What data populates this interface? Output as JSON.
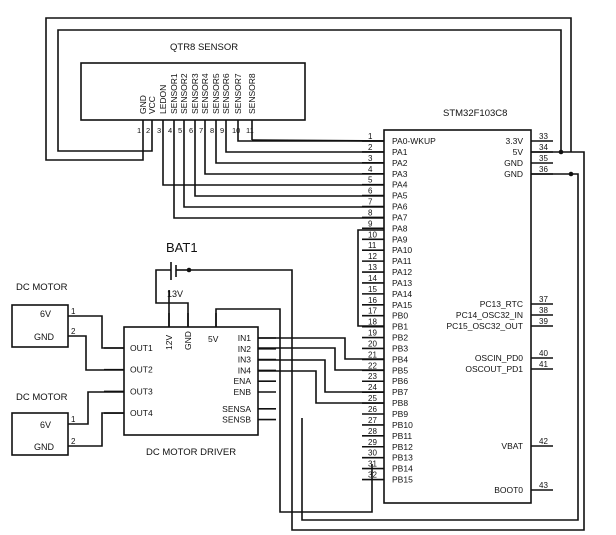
{
  "qtr8": {
    "title": "QTR8 SENSOR",
    "pins": [
      {
        "name": "GND",
        "num": "1"
      },
      {
        "name": "VCC",
        "num": "2"
      },
      {
        "name": "LEDON",
        "num": "3"
      },
      {
        "name": "SENSOR1",
        "num": "4"
      },
      {
        "name": "SENSOR2",
        "num": "5"
      },
      {
        "name": "SENSOR3",
        "num": "6"
      },
      {
        "name": "SENSOR4",
        "num": "7"
      },
      {
        "name": "SENSOR5",
        "num": "8"
      },
      {
        "name": "SENSOR6",
        "num": "9"
      },
      {
        "name": "SENSOR7",
        "num": "10"
      },
      {
        "name": "SENSOR8",
        "num": "11"
      }
    ]
  },
  "mcu": {
    "title": "STM32F103C8",
    "left_pins": [
      {
        "num": "1",
        "name": "PA0-WKUP"
      },
      {
        "num": "2",
        "name": "PA1"
      },
      {
        "num": "3",
        "name": "PA2"
      },
      {
        "num": "4",
        "name": "PA3"
      },
      {
        "num": "5",
        "name": "PA4"
      },
      {
        "num": "6",
        "name": "PA5"
      },
      {
        "num": "7",
        "name": "PA6"
      },
      {
        "num": "8",
        "name": "PA7"
      },
      {
        "num": "9",
        "name": "PA8"
      },
      {
        "num": "10",
        "name": "PA9"
      },
      {
        "num": "11",
        "name": "PA10"
      },
      {
        "num": "12",
        "name": "PA11"
      },
      {
        "num": "13",
        "name": "PA12"
      },
      {
        "num": "14",
        "name": "PA13"
      },
      {
        "num": "15",
        "name": "PA14"
      },
      {
        "num": "16",
        "name": "PA15"
      },
      {
        "num": "17",
        "name": "PB0"
      },
      {
        "num": "18",
        "name": "PB1"
      },
      {
        "num": "19",
        "name": "PB2"
      },
      {
        "num": "20",
        "name": "PB3"
      },
      {
        "num": "21",
        "name": "PB4"
      },
      {
        "num": "22",
        "name": "PB5"
      },
      {
        "num": "23",
        "name": "PB6"
      },
      {
        "num": "24",
        "name": "PB7"
      },
      {
        "num": "25",
        "name": "PB8"
      },
      {
        "num": "26",
        "name": "PB9"
      },
      {
        "num": "27",
        "name": "PB10"
      },
      {
        "num": "28",
        "name": "PB11"
      },
      {
        "num": "29",
        "name": "PB12"
      },
      {
        "num": "30",
        "name": "PB13"
      },
      {
        "num": "31",
        "name": "PB14"
      },
      {
        "num": "32",
        "name": "PB15"
      }
    ],
    "right_top": [
      {
        "num": "33",
        "name": "3.3V"
      },
      {
        "num": "34",
        "name": "5V"
      },
      {
        "num": "35",
        "name": "GND"
      },
      {
        "num": "36",
        "name": "GND"
      }
    ],
    "right_mid": [
      {
        "num": "37",
        "name": "PC13_RTC"
      },
      {
        "num": "38",
        "name": "PC14_OSC32_IN"
      },
      {
        "num": "39",
        "name": "PC15_OSC32_OUT"
      }
    ],
    "right_osc": [
      {
        "num": "40",
        "name": "OSCIN_PD0"
      },
      {
        "num": "41",
        "name": "OSCOUT_PD1"
      }
    ],
    "right_vbat": {
      "num": "42",
      "name": "VBAT"
    },
    "right_boot": {
      "num": "43",
      "name": "BOOT0"
    }
  },
  "driver": {
    "title": "DC MOTOR DRIVER",
    "left": [
      "OUT1",
      "OUT2",
      "OUT3",
      "OUT4"
    ],
    "top": [
      "12V",
      "GND",
      "5V"
    ],
    "right": [
      "IN1",
      "IN2",
      "IN3",
      "IN4",
      "ENA",
      "ENB",
      "SENSA",
      "SENSB"
    ]
  },
  "battery": {
    "name": "BAT1",
    "voltage": "13V"
  },
  "motors": [
    {
      "title": "DC MOTOR",
      "pins": [
        {
          "name": "6V",
          "num": "1"
        },
        {
          "name": "GND",
          "num": "2"
        }
      ]
    },
    {
      "title": "DC MOTOR",
      "pins": [
        {
          "name": "6V",
          "num": "1"
        },
        {
          "name": "GND",
          "num": "2"
        }
      ]
    }
  ]
}
